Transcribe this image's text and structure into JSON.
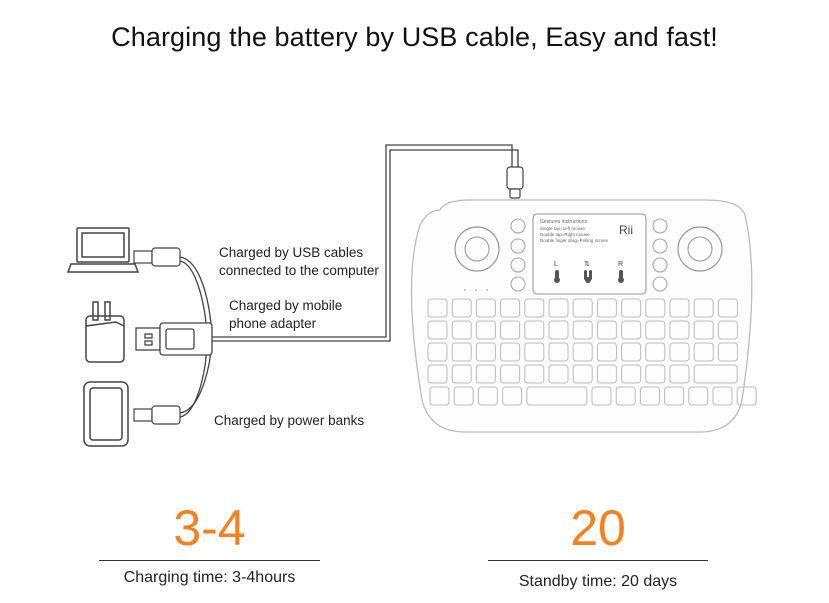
{
  "title": "Charging the battery by USB cable, Easy and fast!",
  "labels": {
    "computer": [
      "Charged by USB cables",
      "connected to the computer"
    ],
    "adapter": [
      "Charged by mobile",
      "phone adapter"
    ],
    "powerbank": "Charged by power banks"
  },
  "keyboard": {
    "brand": "Rii",
    "gestures_title": "Gestures instructions:",
    "gestures": [
      "Single tap=Left mouse",
      "Double tap=Right mouse",
      "Double finger drag=Rolling screen"
    ],
    "mouse_buttons": [
      "L",
      "⇅",
      "R"
    ]
  },
  "stats": {
    "charging": {
      "value": "3-4",
      "caption": "Charging time: 3-4hours"
    },
    "standby": {
      "value": "20",
      "caption": "Standby time: 20 days"
    }
  },
  "colors": {
    "accent": "#f5821f",
    "line": "#444444",
    "keyboard": "#bbbbbb"
  }
}
